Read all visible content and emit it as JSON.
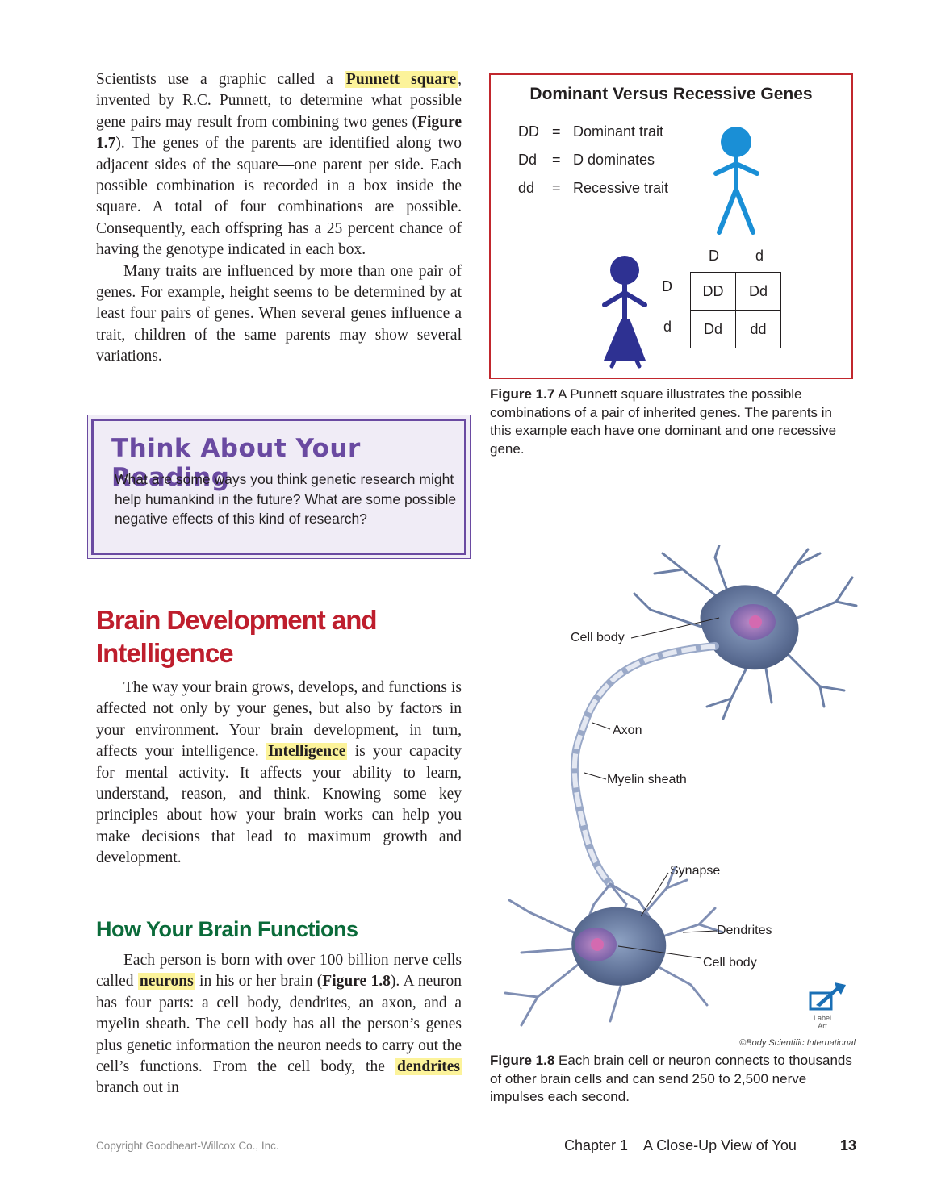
{
  "col1": {
    "para1": {
      "t1": "Scientists use a graphic called a ",
      "term": "Punnett square",
      "t2": ", invented by R.C. Punnett, to determine what possible gene pairs may result from combining two genes (",
      "figref": "Figure 1.7",
      "t3": "). The genes of the parents are identified along two adjacent sides of the square—one parent per side. Each possible combination is recorded in a box inside the square. A total of four combinations are possible. Consequently, each offspring has a 25 percent chance of having the genotype indicated in each box."
    },
    "para2": "Many traits are influenced by more than one pair of genes. For example, height seems to be determined by at least four pairs of genes. When several genes influence a trait, children of the same parents may show several variations."
  },
  "think_box": {
    "title": "Think About Your Reading",
    "text": "What are some ways you think genetic research might help humankind in the future? What are some possible negative effects of this kind of research?"
  },
  "section_heading": "Brain Development and Intelligence",
  "section_para": {
    "t1": "The way your brain grows, develops, and functions is affected not only by your genes, but also by factors in your environment. Your brain development, in turn, affects your intelligence. ",
    "term": "Intelligence",
    "t2": " is your capacity for mental activity. It affects your ability to learn, understand, reason, and think. Knowing some key principles about how your brain works can help you make decisions that lead to maximum growth and development."
  },
  "subheading": "How Your Brain Functions",
  "sub_para": {
    "t1": "Each person is born with over 100 billion nerve cells called ",
    "term1": "neurons",
    "t2": " in his or her brain (",
    "figref": "Figure 1.8",
    "t3": "). A neuron has four parts: a cell body, dendrites, an axon, and a myelin sheath. The cell body has all the person’s genes plus genetic information the neuron needs to carry out the cell’s functions. From the cell body, the ",
    "term2": "dendrites",
    "t4": " branch out in"
  },
  "figure17": {
    "title": "Dominant Versus Recessive Genes",
    "legend": [
      {
        "sym": "DD",
        "eq": "=",
        "desc": "Dominant trait"
      },
      {
        "sym": "Dd",
        "eq": "=",
        "desc": "D dominates"
      },
      {
        "sym": "dd",
        "eq": "=",
        "desc": "Recessive trait"
      }
    ],
    "col_headers": [
      "D",
      "d"
    ],
    "row_headers": [
      "D",
      "d"
    ],
    "cells": [
      [
        "DD",
        "Dd"
      ],
      [
        "Dd",
        "dd"
      ]
    ],
    "male_color": "#1a8fd6",
    "female_color": "#2e3192",
    "border_color": "#c1272d",
    "caption_num": "Figure 1.7",
    "caption_text": " A Punnett square illustrates the possible combinations of a pair of inherited genes. The parents in this example each have one dominant and one recessive gene."
  },
  "figure18": {
    "labels": {
      "cell_body_top": "Cell body",
      "axon": "Axon",
      "myelin": "Myelin sheath",
      "synapse": "Synapse",
      "dendrites": "Dendrites",
      "cell_body_bottom": "Cell body"
    },
    "label_art": "Label Art",
    "credit": "©Body Scientific International",
    "caption_num": "Figure 1.8",
    "caption_text": " Each brain cell or neuron connects to thousands of other brain cells and can send 250 to 2,500 nerve impulses each second."
  },
  "footer": {
    "copyright": "Copyright Goodheart-Willcox Co., Inc.",
    "chapter": "Chapter 1    A Close-Up View of You",
    "page": "13"
  }
}
